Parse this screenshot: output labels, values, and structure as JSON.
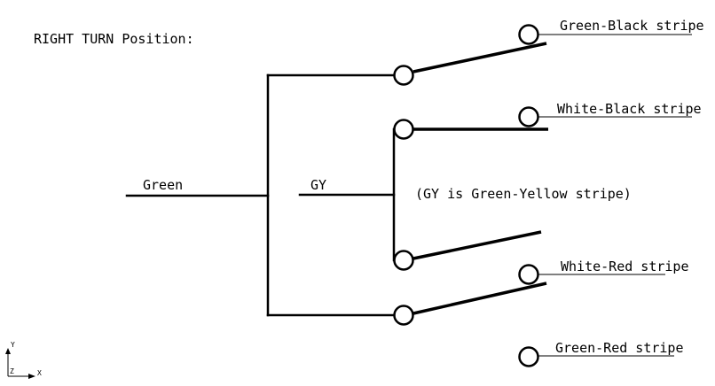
{
  "title": "RIGHT TURN Position:",
  "wires": {
    "input": "Green",
    "common": "GY"
  },
  "note": "(GY is Green-Yellow stripe)",
  "terminals": [
    "Green-Black stripe",
    "White-Black stripe",
    "White-Red stripe",
    "Green-Red stripe"
  ],
  "ucs_icon": {
    "y_axis": "Y",
    "z_axis": "Z",
    "x_axis": "X"
  }
}
